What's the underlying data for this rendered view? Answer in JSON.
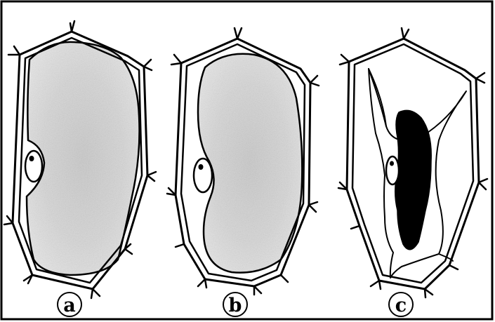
{
  "figure": {
    "panels": [
      {
        "id": "a",
        "label": "a"
      },
      {
        "id": "b",
        "label": "b"
      },
      {
        "id": "c",
        "label": "c"
      }
    ],
    "colors": {
      "outline": "#000000",
      "cytoplasm_stipple": "#cfcfcf",
      "vacuole_dark": "#000000",
      "background": "#ffffff"
    }
  }
}
